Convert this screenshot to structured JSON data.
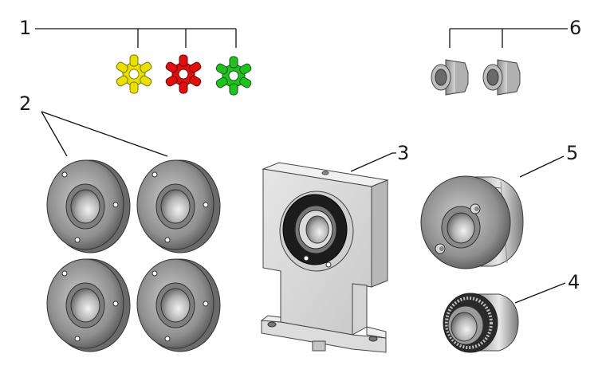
{
  "labels": {
    "l1": "1",
    "l2": "2",
    "l3": "3",
    "l4": "4",
    "l5": "5",
    "l6": "6"
  },
  "colors": {
    "spider_yellow": "#e8e000",
    "spider_red": "#e01010",
    "spider_green": "#22c022",
    "metal_light": "#e2e2e2",
    "metal_mid": "#a8a8a8",
    "metal_dark": "#5a5a5a",
    "bearing_black": "#1c1c1c"
  }
}
